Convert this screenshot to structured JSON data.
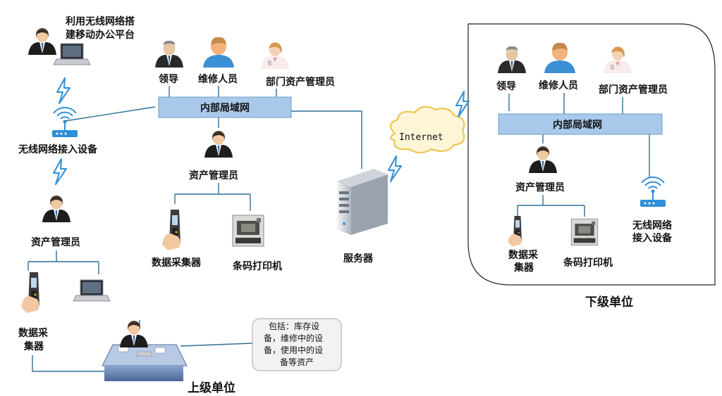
{
  "top_left": {
    "mobile_platform_line1": "利用无线网络搭",
    "mobile_platform_line2": "建移动办公平台",
    "wireless_device": "无线网络接入设备",
    "asset_manager": "资产管理员",
    "collector_line1": "数据采",
    "collector_line2": "集器",
    "upper_unit": "上级单位"
  },
  "center": {
    "leader": "领导",
    "maintenance": "维修人员",
    "dept_asset_manager": "部门资产管理员",
    "lan": "内部局域网",
    "asset_manager": "资产管理员",
    "data_collector": "数据采集器",
    "barcode_printer": "条码打印机",
    "server": "服务器",
    "internet": "Internet"
  },
  "note": {
    "line1": "包括：库存设",
    "line2": "备，维修中的设",
    "line3": "备，使用中的设",
    "line4": "备等资产"
  },
  "lower": {
    "leader": "领导",
    "maintenance": "维修人员",
    "dept_asset_manager": "部门资产管理员",
    "lan": "内部局域网",
    "asset_manager": "资产管理员",
    "collector_line1": "数据采",
    "collector_line2": "集器",
    "barcode_printer": "条码打印机",
    "wireless_line1": "无线网络",
    "wireless_line2": "接入设备",
    "unit_label": "下级单位"
  },
  "colors": {
    "lan_bar": "#a9c9ea",
    "lan_bar_border": "#6f9ccc",
    "line": "#2f6f98",
    "cloud_fill": "#fff6d8",
    "cloud_stroke": "#f0c248",
    "lightning": "#2f8fd8",
    "desk": "#6b86b3"
  }
}
